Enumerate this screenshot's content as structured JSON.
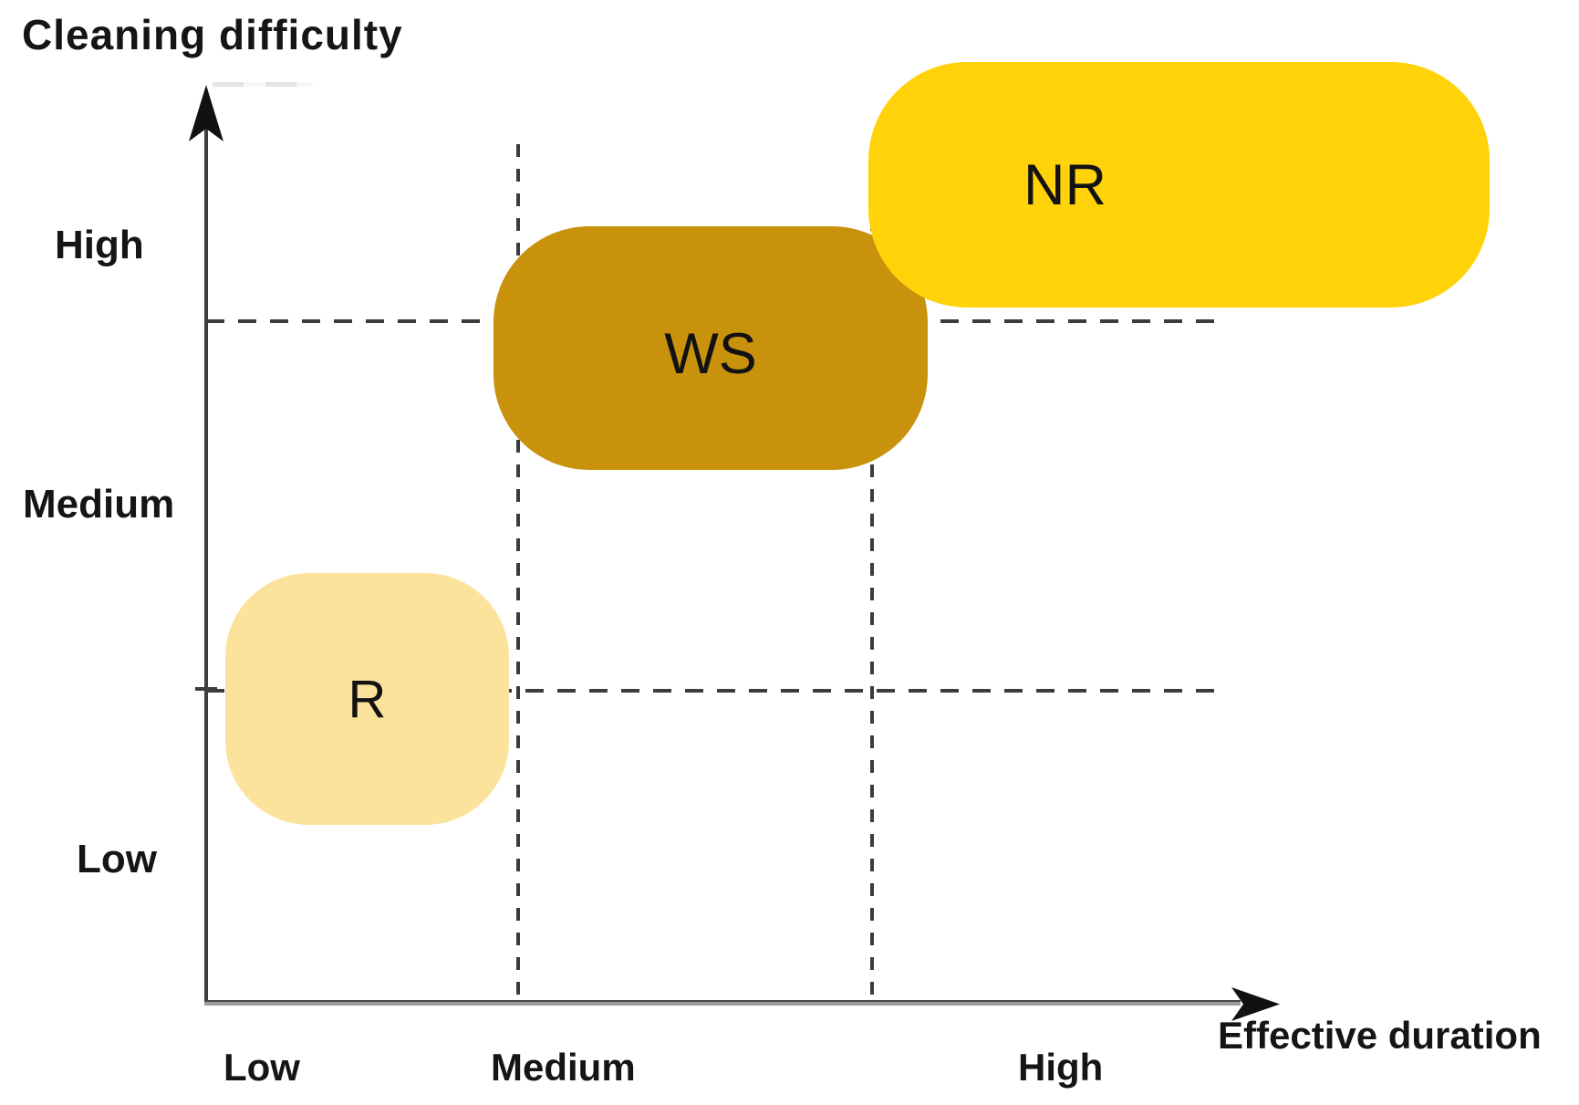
{
  "figure": {
    "y_axis_title": "Cleaning difficulty",
    "x_axis_title": "Effective duration",
    "y_tick_labels": {
      "high": "High",
      "medium": "Medium",
      "low": "Low"
    },
    "x_tick_labels": {
      "low": "Low",
      "medium": "Medium",
      "high": "High"
    }
  },
  "bubbles": [
    {
      "label": "R",
      "color": "#FBE39B",
      "effective_duration": "Low",
      "cleaning_difficulty": "Low to Medium"
    },
    {
      "label": "WS",
      "color": "#C8920D",
      "effective_duration": "Medium",
      "cleaning_difficulty": "Medium to High"
    },
    {
      "label": "NR",
      "color": "#FFD20A",
      "effective_duration": "High",
      "cleaning_difficulty": "High"
    }
  ],
  "colors": {
    "axis": "#3e3e3e",
    "dashed_line": "#3c3c3c",
    "text": "#151515",
    "background": "#ffffff"
  },
  "chart_data": {
    "type": "scatter",
    "title": "",
    "xlabel": "Effective duration",
    "ylabel": "Cleaning difficulty",
    "x_categories": [
      "Low",
      "Medium",
      "High"
    ],
    "y_categories": [
      "Low",
      "Medium",
      "High"
    ],
    "legend_position": "none",
    "grid": "dashed reference lines: vertical at Low/Medium and Medium/High duration boundaries; horizontal at Low/Medium and Medium/High difficulty boundaries",
    "axis_scale_note": "Conceptual band scale 0-3 on both axes: Low=0-1, Medium=1-2, High=2-3",
    "points": [
      {
        "label": "R",
        "x": "Low",
        "y": "Low-Medium",
        "x_span": [
          0.06,
          0.91
        ],
        "y_span": [
          0.55,
          1.31
        ],
        "color": "#FBE39B"
      },
      {
        "label": "WS",
        "x": "Medium",
        "y": "Medium-High",
        "x_span": [
          0.87,
          2.17
        ],
        "y_span": [
          1.63,
          2.37
        ],
        "color": "#C8920D"
      },
      {
        "label": "NR",
        "x": "High",
        "y": "High",
        "x_span": [
          2.0,
          3.87
        ],
        "y_span": [
          2.12,
          2.87
        ],
        "color": "#FFD20A"
      }
    ]
  }
}
